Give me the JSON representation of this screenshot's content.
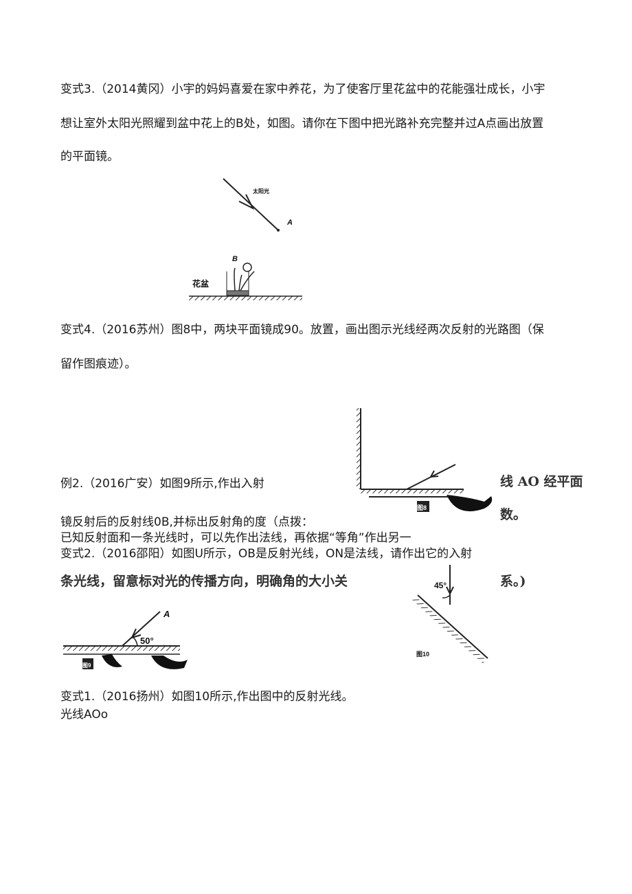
{
  "problems": {
    "v3": {
      "line1": "变式3.（2014黄冈）小宇的妈妈喜爱在家中养花，为了使客厅里花盆中的花能强壮成长，小宇",
      "line2": "想让室外太阳光照耀到盆中花上的B处，如图。请你在下图中把光路补充完整并过A点画出放置",
      "line3": "的平面镜。",
      "figure": {
        "sunlight_label": "太阳光",
        "point_a": "A",
        "point_b": "B",
        "pot_label": "花盆"
      }
    },
    "v4": {
      "line1": "变式4.（2016苏州）图8中，两块平面镜成90。放置，画出图示光线经两次反射的光路图（保",
      "line2": "留作图痕迹）。",
      "figure": {
        "caption": "图8"
      }
    },
    "ex2": {
      "line1": "例2.（2016广安）如图9所示,作出入射",
      "right1": "线 AO 经平面",
      "line2": "镜反射后的反射线0B,并标出反射角的度（点拨：",
      "right2": "数。",
      "line3": "已知反射面和一条光线时，可以先作出法线，再依据“等角”作出另一",
      "line4": "条光线，留意标对光的传播方向，明确角的大小关",
      "right4": "系。)",
      "figure": {
        "point_a": "A",
        "angle": "50°",
        "caption": "图9"
      }
    },
    "v2": {
      "line1": "变式2.（2016邵阳）如图U所示，OB是反射光线，ON是法线，请作出它的入射",
      "figure": {
        "angle": "45°",
        "caption": "图10"
      }
    },
    "v1": {
      "line1": "变式1.（2016扬州）如图10所示,作出图中的反射光线。",
      "line2": "光线AOo"
    }
  }
}
